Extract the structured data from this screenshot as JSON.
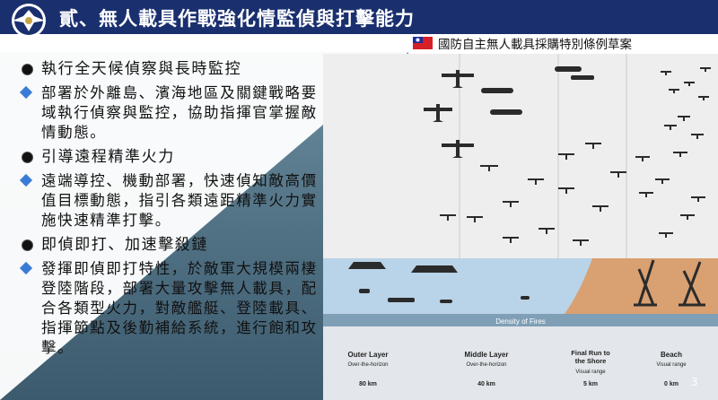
{
  "header": {
    "title": "貳、無人載具作戰強化情監偵與打擊能力",
    "subtitle": "國防自主無人載具採購特別條例草案"
  },
  "bullets": [
    {
      "level": 1,
      "text": "執行全天候偵察與長時監控"
    },
    {
      "level": 2,
      "text": "部署於外離島、濱海地區及關鍵戰略要域執行偵察與監控，協助指揮官掌握敵情動態。"
    },
    {
      "level": 1,
      "text": "引導遠程精準火力"
    },
    {
      "level": 2,
      "text": "遠端導控、機動部署，快速偵知敵高價值目標動態，指引各類遠距精準火力實施快速精準打擊。"
    },
    {
      "level": 1,
      "text": "即偵即打、加速擊殺鏈"
    },
    {
      "level": 2,
      "text": "發揮即偵即打特性，於敵軍大規模兩棲登陸階段，部署大量攻擊無人載具，配合各類型火力，對敵艦艇、登陸載具、指揮節點及後勤補給系統，進行飽和攻擊。"
    }
  ],
  "figure": {
    "density_label": "Density of Fires",
    "layers": [
      {
        "name": "Outer Layer",
        "sub": "Over-the-horizon",
        "distance": "80 km"
      },
      {
        "name": "Middle Layer",
        "sub": "Over-the-horizon",
        "distance": "40 km"
      },
      {
        "name": "Final Run to\nthe Shore",
        "sub": "Visual range",
        "distance": "5 km"
      },
      {
        "name": "Beach",
        "sub": "Visual range",
        "distance": "0 km"
      }
    ]
  },
  "page_number": "3",
  "colors": {
    "header": "#1a2f6e",
    "accent": "#3a7bd5",
    "sea": "#b9d3e8",
    "beach": "#d9a071"
  }
}
